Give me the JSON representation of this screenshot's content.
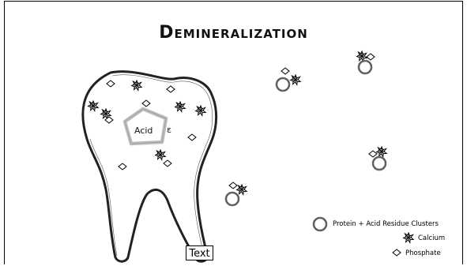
{
  "title": "Demineralization",
  "acid_label": "Acid",
  "acid_fragment": "ɛ",
  "text_box": "Text",
  "legend": {
    "protein_label": "Protein + Acid Residue Clusters",
    "calcium_label": "Calcium",
    "phosphate_label": "Phosphate"
  },
  "colors": {
    "outline": "#222222",
    "cluster_ring": "#6f6f6f",
    "acid_pentagon": "#bdbdbd"
  },
  "icons": [
    "calcium-icon",
    "phosphate-icon",
    "protein-cluster-icon"
  ]
}
